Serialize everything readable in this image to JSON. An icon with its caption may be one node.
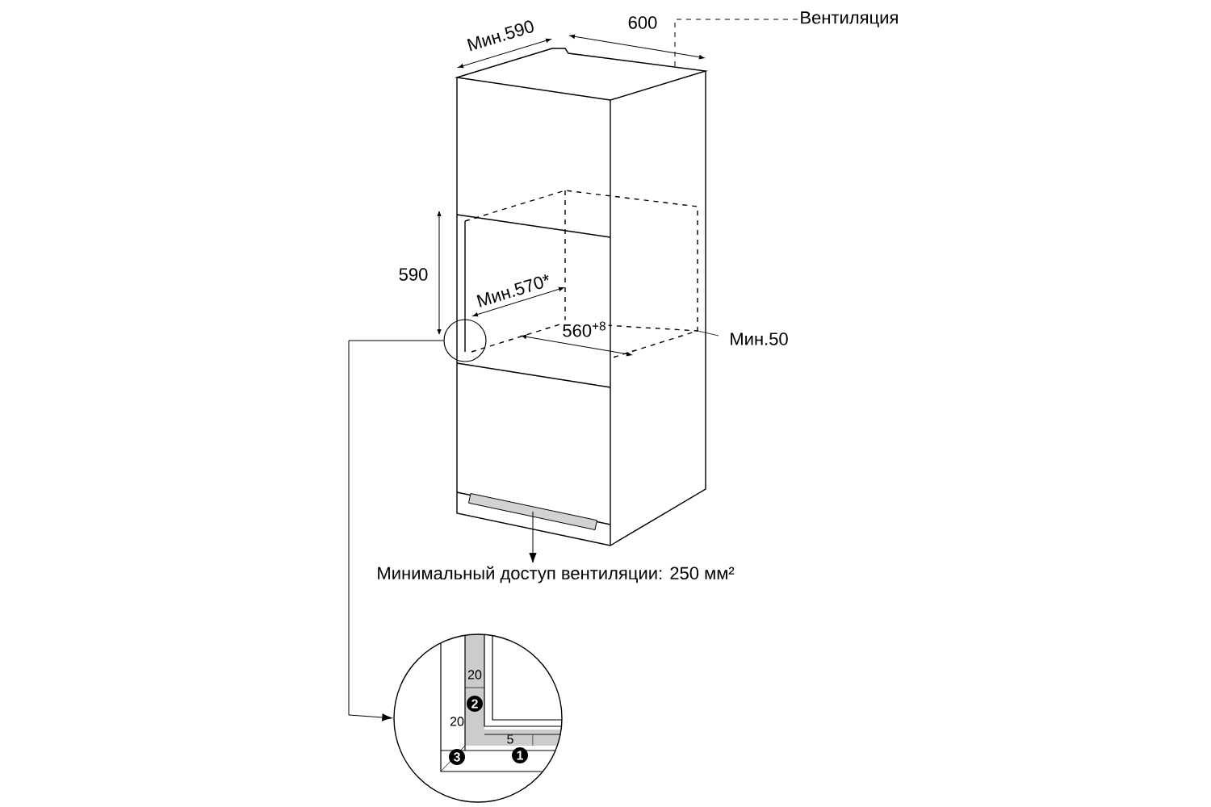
{
  "diagram": {
    "nodes": [
      {
        "text": [],
        "shape": "circle"
      },
      {
        "text": [],
        "shape": "circle"
      },
      {
        "text": [],
        "shape": "box"
      },
      {
        "text": [
          "Минимальный доступ вентиляции: 250 мм²"
        ]
      },
      {
        "text": [
          "Вентиляция"
        ]
      }
    ],
    "edges": [
      {
        "from": 0,
        "to": 1,
        "arrow": "to"
      },
      {
        "from": 2,
        "to": 3,
        "arrow": "to"
      },
      {
        "from": 4,
        "to": null,
        "arrow": "none",
        "style": "dashed"
      }
    ],
    "labels": [
      "Мин.590",
      "600",
      "590",
      "Мин.570*",
      "560$^{+8}$",
      "Мин.50",
      "20",
      "2",
      "20",
      "5",
      "3",
      "1"
    ]
  }
}
